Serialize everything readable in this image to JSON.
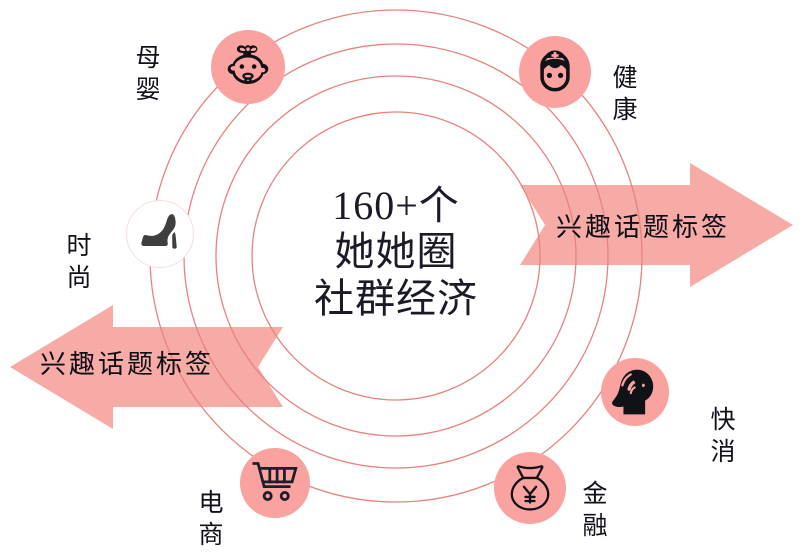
{
  "diagram": {
    "center": {
      "lines": [
        "160+个",
        "她她圈",
        "社群经济"
      ]
    },
    "arrows": {
      "right": {
        "label": "兴趣话题标签",
        "direction": "right"
      },
      "left": {
        "label": "兴趣话题标签",
        "direction": "left"
      }
    },
    "rings": {
      "count": 4,
      "color": "#E8827C"
    },
    "colors": {
      "accent_pink": "#F9A2A0",
      "arrow_pink": "#F7ABA6",
      "ring_line": "#E8827C",
      "icon_dark": "#111118",
      "shoe_gray": "#3f3f42",
      "text": "#11111c"
    },
    "categories": [
      {
        "label": "母婴",
        "icon": "baby-icon",
        "style": "filled"
      },
      {
        "label": "健康",
        "icon": "nurse-icon",
        "style": "filled"
      },
      {
        "label": "快消",
        "icon": "woman-profile-icon",
        "style": "filled"
      },
      {
        "label": "金融",
        "icon": "money-bag-yen-icon",
        "style": "filled"
      },
      {
        "label": "电商",
        "icon": "shopping-cart-icon",
        "style": "filled"
      },
      {
        "label": "时尚",
        "icon": "high-heel-icon",
        "style": "hollow"
      }
    ]
  }
}
